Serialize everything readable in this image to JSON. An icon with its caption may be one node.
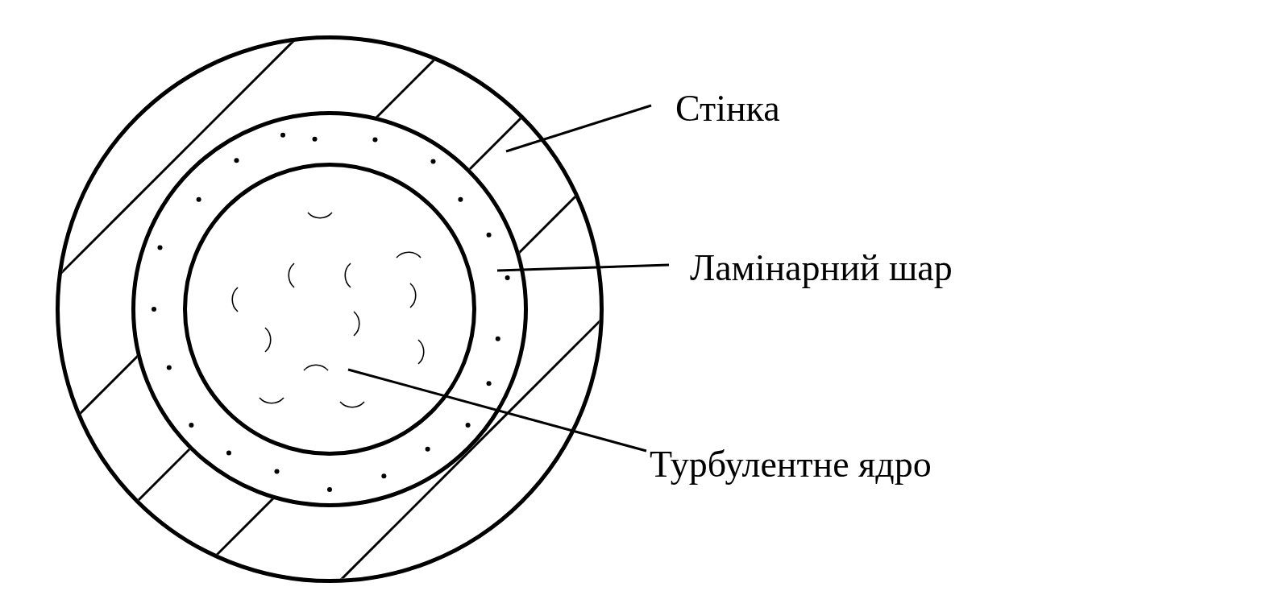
{
  "diagram": {
    "nodes": [
      {
        "text": [],
        "shape": "circle"
      },
      {
        "text": [],
        "shape": "circle",
        "in": 0
      },
      {
        "text": [],
        "shape": "circle",
        "in": 1
      },
      {
        "text": [
          "Стінка"
        ]
      },
      {
        "text": [
          "Ламінарний шар"
        ]
      },
      {
        "text": [
          "Турбулентне ядро"
        ]
      }
    ],
    "edges": [
      {
        "from": 3,
        "to": 0,
        "arrow": "none"
      },
      {
        "from": 4,
        "to": 1,
        "arrow": "none"
      },
      {
        "from": 5,
        "to": 2,
        "arrow": "none"
      }
    ]
  }
}
